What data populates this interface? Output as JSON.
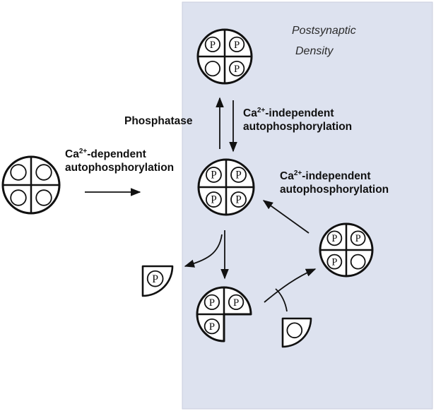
{
  "region": {
    "label_line1": "Postsynaptic",
    "label_line2": "Density",
    "fill_color": "#dde2ef",
    "border_color": "#c9cede"
  },
  "labels": {
    "ca_dep": {
      "base": "Ca",
      "sup": "2+",
      "rest": "-dependent",
      "line2": "autophosphorylation"
    },
    "ca_indep_top": {
      "base": "Ca",
      "sup": "2+",
      "rest": "-independent",
      "line2": "autophosphorylation"
    },
    "ca_indep_right": {
      "base": "Ca",
      "sup": "2+",
      "rest": "-independent",
      "line2": "autophosphorylation"
    },
    "phosphatase": "Phosphatase"
  },
  "phospho_symbol": "P"
}
